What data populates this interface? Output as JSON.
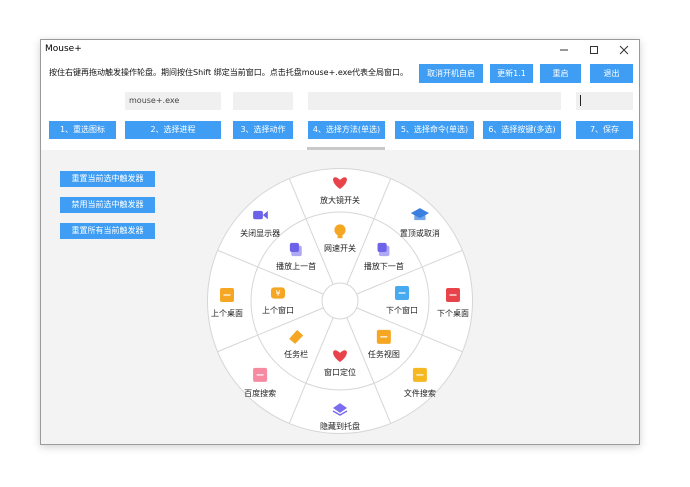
{
  "window": {
    "title": "Mouse+",
    "minimize_icon": "minimize-icon",
    "maximize_icon": "maximize-icon",
    "close_icon": "close-icon"
  },
  "header": {
    "hint": "按住右键再拖动触发操作轮盘。期间按住Shift 绑定当前窗口。点击托盘mouse+.exe代表全局窗口。",
    "cancel_autostart": "取消开机自启",
    "update": "更新1.1",
    "restart": "重启",
    "exit": "退出"
  },
  "fields": {
    "process": "mouse+.exe",
    "action": "",
    "method": "",
    "keys": ""
  },
  "steps": [
    "1、重选图标",
    "2、选择进程",
    "3、选择动作",
    "4、选择方法(单选)",
    "5、选择命令(单选)",
    "6、选择按键(多选)",
    "7、保存"
  ],
  "side_buttons": [
    "重置当前选中触发器",
    "禁用当前选中触发器",
    "重置所有当前触发器"
  ],
  "wheel": {
    "outer": [
      {
        "label": "放大镜开关",
        "icon": "heart-icon",
        "color": "#e8434a"
      },
      {
        "label": "置顶或取消",
        "icon": "graduation-cap-icon",
        "color": "#3b7fe0"
      },
      {
        "label": "下个桌面",
        "icon": "edit-icon",
        "color": "#e8434a"
      },
      {
        "label": "文件搜索",
        "icon": "document-icon",
        "color": "#f5b820"
      },
      {
        "label": "隐藏到托盘",
        "icon": "layers-icon",
        "color": "#7b6cf0"
      },
      {
        "label": "百度搜索",
        "icon": "calendar-check-icon",
        "color": "#f58aa0"
      },
      {
        "label": "上个桌面",
        "icon": "folder-icon",
        "color": "#f5a623"
      },
      {
        "label": "关闭显示器",
        "icon": "video-icon",
        "color": "#6c63e8"
      }
    ],
    "inner": [
      {
        "label": "网速开关",
        "icon": "lightbulb-icon",
        "color": "#f5a623"
      },
      {
        "label": "播放下一首",
        "icon": "music-next-icon",
        "color": "#6c63e8"
      },
      {
        "label": "下个窗口",
        "icon": "card-icon",
        "color": "#47a9f0"
      },
      {
        "label": "任务视图",
        "icon": "box-icon",
        "color": "#f5a623"
      },
      {
        "label": "窗口定位",
        "icon": "heart-icon",
        "color": "#e8434a"
      },
      {
        "label": "任务栏",
        "icon": "tag-icon",
        "color": "#f5a623"
      },
      {
        "label": "上个窗口",
        "icon": "yen-icon",
        "color": "#f5a623"
      },
      {
        "label": "播放上一首",
        "icon": "music-prev-icon",
        "color": "#6c63e8"
      }
    ]
  }
}
